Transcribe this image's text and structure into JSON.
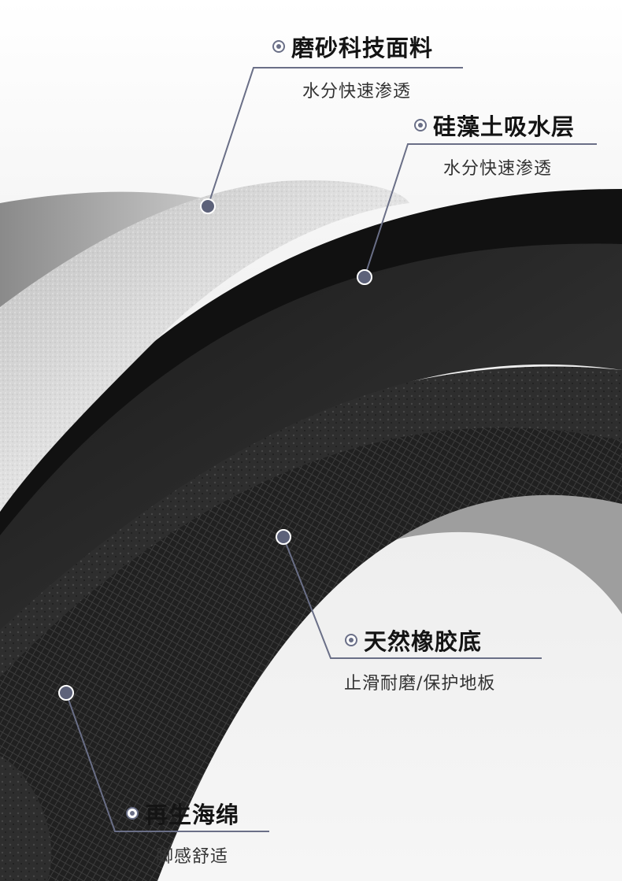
{
  "colors": {
    "accent": "#6a6f87",
    "fabric": "#d9d9d9",
    "diatom_layer": "#2c2c2c",
    "rubber_layer": "#1c1c1c",
    "sponge_layer": "#3a3a3a",
    "background": "#f3f3f3"
  },
  "labels": [
    {
      "id": "fabric",
      "title": "磨砂科技面料",
      "subtitle": "水分快速渗透",
      "icon": "bullseye-marker-icon"
    },
    {
      "id": "diatom",
      "title": "硅藻土吸水层",
      "subtitle": "水分快速渗透",
      "icon": "bullseye-marker-icon"
    },
    {
      "id": "rubber",
      "title": "天然橡胶底",
      "subtitle": "止滑耐磨/保护地板",
      "icon": "bullseye-marker-icon"
    },
    {
      "id": "sponge",
      "title": "再生海绵",
      "subtitle": "脚感舒适",
      "icon": "bullseye-marker-icon"
    }
  ]
}
